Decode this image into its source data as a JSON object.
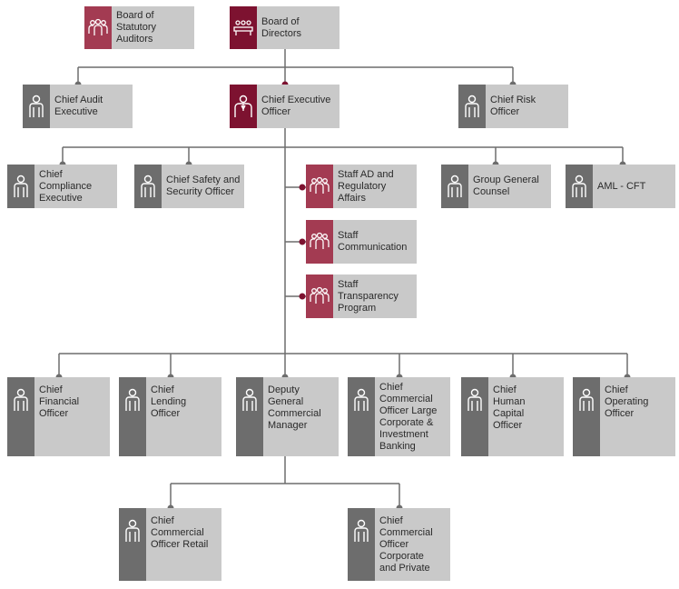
{
  "colors": {
    "line": "#6d6d6d",
    "dot_gray": "#6d6d6d",
    "dot_red": "#7d1230",
    "box": "#c9c9c9",
    "icon_gray": "#6d6d6d",
    "icon_red": "#a33b52",
    "icon_dark": "#7d1230"
  },
  "nodes": {
    "board_auditors": {
      "label": "Board of\nStatutory Auditors",
      "icon": "group-icon"
    },
    "board_directors": {
      "label": "Board of Directors",
      "icon": "meeting-icon"
    },
    "chief_audit": {
      "label": "Chief Audit\nExecutive",
      "icon": "person-icon"
    },
    "ceo": {
      "label": "Chief Executive\nOfficer",
      "icon": "executive-icon"
    },
    "chief_risk": {
      "label": "Chief Risk\nOfficer",
      "icon": "person-icon"
    },
    "compliance": {
      "label": "Chief\nCompliance\nExecutive",
      "icon": "person-icon"
    },
    "safety": {
      "label": "Chief Safety and\nSecurity Officer",
      "icon": "person-icon"
    },
    "staff_ad": {
      "label": "Staff AD and\nRegulatory\nAffairs",
      "icon": "group-icon"
    },
    "staff_comm": {
      "label": "Staff\nCommunication",
      "icon": "group-icon"
    },
    "staff_transp": {
      "label": "Staff\nTransparency\nProgram",
      "icon": "group-icon"
    },
    "group_counsel": {
      "label": "Group General\nCounsel",
      "icon": "person-icon"
    },
    "aml": {
      "label": "AML - CFT",
      "icon": "person-icon"
    },
    "cfo": {
      "label": "Chief\nFinancial\nOfficer",
      "icon": "person-icon"
    },
    "lending": {
      "label": "Chief\nLending\nOfficer",
      "icon": "person-icon"
    },
    "deputy": {
      "label": "Deputy\nGeneral\nCommercial\nManager",
      "icon": "person-icon"
    },
    "cco_large": {
      "label": "Chief\nCommercial\nOfficer Large\nCorporate &\nInvestment\nBanking",
      "icon": "person-icon"
    },
    "chro": {
      "label": "Chief\nHuman\nCapital\nOfficer",
      "icon": "person-icon"
    },
    "coo": {
      "label": "Chief\nOperating\nOfficer",
      "icon": "person-icon"
    },
    "cco_retail": {
      "label": "Chief\nCommercial\nOfficer Retail",
      "icon": "person-icon"
    },
    "cco_corp": {
      "label": "Chief\nCommercial\nOfficer\nCorporate\nand Private",
      "icon": "person-icon"
    }
  }
}
